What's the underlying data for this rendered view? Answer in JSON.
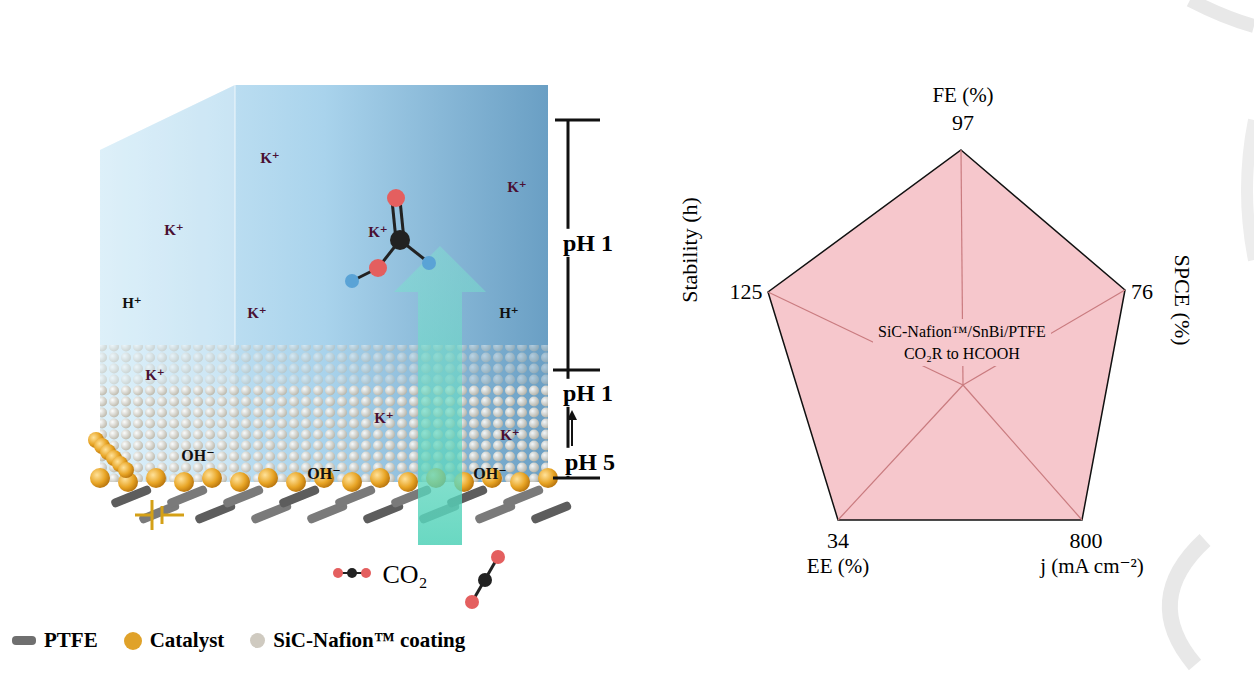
{
  "diagram": {
    "nodes": [
      {
        "text": [
          "SiC-Nafion™/SnBi/PTFE",
          "CO₂R to HCOOH"
        ]
      }
    ],
    "labels": [
      "pH 1",
      "pH 1",
      "pH 5",
      "K⁺",
      "K⁺",
      "K⁺",
      "K⁺",
      "K⁺",
      "K⁺",
      "K⁺",
      "K⁺",
      "H⁺",
      "H⁺",
      "OH⁻",
      "OH⁻",
      "OH⁻",
      "CO₂",
      "FE (%)",
      "97",
      "SPCE (%)",
      "76",
      "800",
      "j (mA cm⁻²)",
      "34",
      "EE (%)",
      "Stability (h)",
      "125"
    ],
    "legend": [
      {
        "text": "PTFE",
        "color": "#6f6f6f"
      },
      {
        "text": "Catalyst",
        "color": "#e0a22a"
      },
      {
        "text": "SiC-Nafion™ coating",
        "color": "#cfcac0"
      }
    ]
  }
}
